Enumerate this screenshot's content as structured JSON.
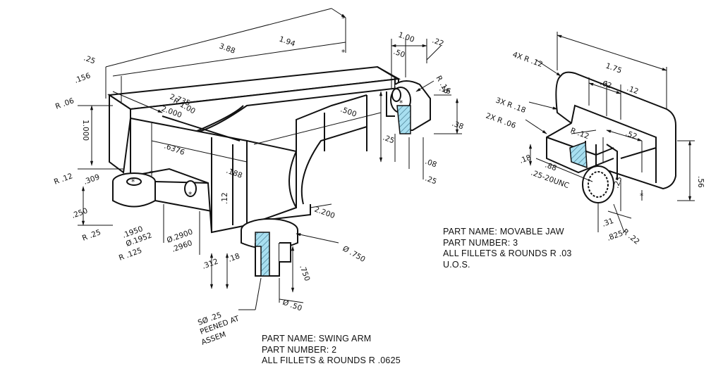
{
  "swing_arm": {
    "part_name": "PART NAME: SWING ARM",
    "part_number": "PART NUMBER: 2",
    "fillets": "ALL FILLETS & ROUNDS R .0625"
  },
  "movable_jaw": {
    "part_name": "PART NAME: MOVABLE JAW",
    "part_number": "PART NUMBER: 3",
    "fillets": "ALL FILLETS & ROUNDS R .03",
    "uos": "U.O.S."
  },
  "swing_arm_dims": {
    "d_25_top": ".25",
    "d_156": ".156",
    "d_r06": "R .06",
    "d_388": "3.88",
    "d_194": "1.94",
    "d_2735": "2.735",
    "d_r100": "R 1.00",
    "d_2000": "2.000",
    "d_1000": "1.000",
    "d_6376": ".6376",
    "d_r12": "R .12",
    "d_309": ".309",
    "d_250": ".250",
    "d_r25": "R .25",
    "d_1950": ".1950",
    "d_1952": "Ø.1952",
    "d_r125": "R .125",
    "d_2900": "Ø.2900",
    "d_2960": ".2960",
    "d_312": ".312",
    "d_18": ".18",
    "d_12": ".12",
    "d_188": ".188",
    "d_2200": "2.200",
    "d_750dia": "Ø .750",
    "d_750": ".750",
    "d_50dia": "Ø .50",
    "d_500": ".500",
    "d_100": "1.00",
    "d_22": ".22",
    "d_50": ".50",
    "d_r18": "R .18",
    "d_16": ".16",
    "d_38": ".38",
    "d_25_mid": ".25",
    "d_08": ".08",
    "d_25_bot": ".25",
    "peened_1": "SØ .25",
    "peened_2": "PEENED AT",
    "peened_3": "ASSEM",
    "star": "*"
  },
  "jaw_dims": {
    "d_4xr12": "4X R .12",
    "d_175": "1.75",
    "d_62": ".62",
    "d_12": ".12",
    "d_3xr18": "3X R .18",
    "d_2xr06": "2X R .06",
    "d_r12": "R .12",
    "d_52": ".52",
    "d_18": ".18",
    "d_88": ".88",
    "d_unc": ".25-20UNC",
    "d_25": ".25",
    "d_56": ".56",
    "d_31": ".31",
    "d_825": ".825",
    "d_r22": "R .22",
    "star": "*"
  },
  "colors": {
    "line": "#111111",
    "section_fill": "#a8dff0",
    "section_hatch": "#3a6f86"
  }
}
